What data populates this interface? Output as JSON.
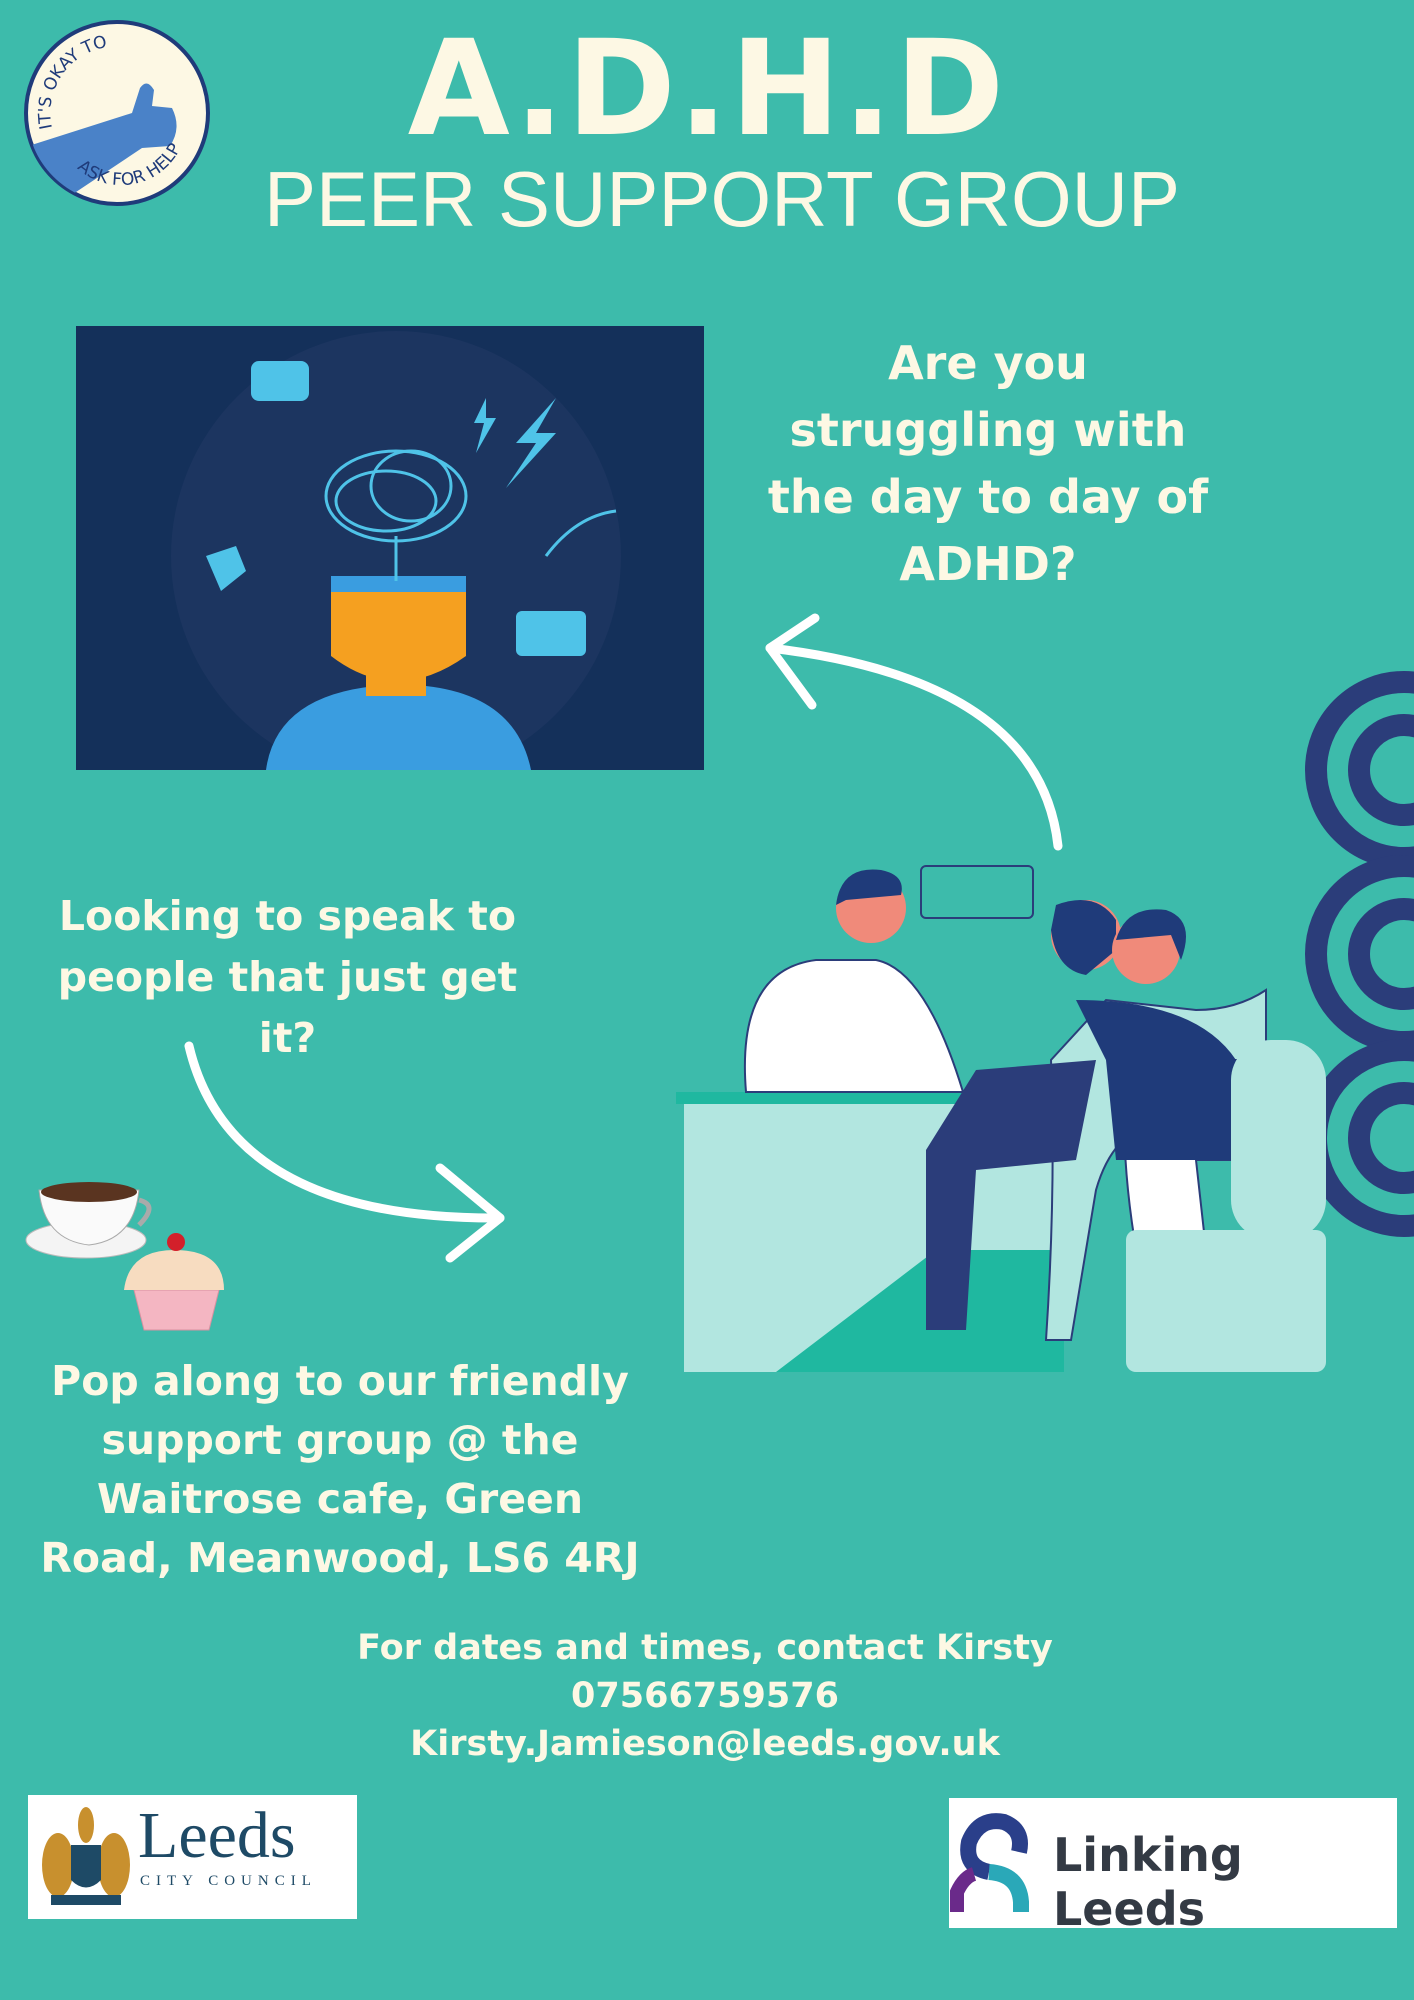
{
  "header": {
    "title": "A.D.H.D",
    "subtitle": "PEER SUPPORT GROUP",
    "badge_text": "IT'S OKAY TO ASK FOR HELP"
  },
  "questions": {
    "struggling": [
      "Are you",
      "struggling with",
      "the day to day of",
      "ADHD?"
    ],
    "speak": [
      "Looking to speak to",
      "people that just get",
      "it?"
    ]
  },
  "venue": {
    "lines": [
      "Pop along to our friendly",
      "support group @ the",
      "Waitrose cafe, Green",
      "Road, Meanwood, LS6 4RJ"
    ]
  },
  "contact": {
    "intro": "For dates and times, contact Kirsty",
    "phone": "07566759576",
    "email": "Kirsty.Jamieson@leeds.gov.uk"
  },
  "logos": {
    "leeds_council": {
      "name": "Leeds",
      "sub": "CITY COUNCIL"
    },
    "linking_leeds": "Linking Leeds"
  },
  "colors": {
    "background": "#3dbbab",
    "text": "#fdf8e4",
    "navy": "#2b3d7a",
    "illustration_bg": "#14305a"
  }
}
